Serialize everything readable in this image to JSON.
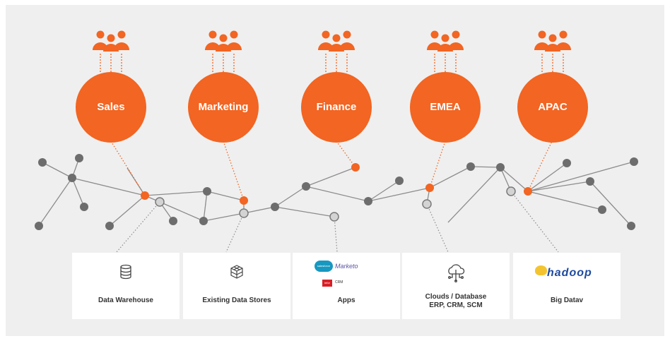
{
  "departments": [
    {
      "label": "Sales"
    },
    {
      "label": "Marketing"
    },
    {
      "label": "Finance"
    },
    {
      "label": "EMEA"
    },
    {
      "label": "APAC"
    }
  ],
  "sources": [
    {
      "label": "Data Warehouse",
      "icon": "database-icon"
    },
    {
      "label": "Existing Data Stores",
      "icon": "cube-network-icon"
    },
    {
      "label": "Apps",
      "icon": "app-logos",
      "logos": [
        "salesforce",
        "Marketo",
        "infor",
        "CRM"
      ]
    },
    {
      "label_line1": "Clouds / Database",
      "label_line2": "ERP, CRM, SCM",
      "icon": "cloud-network-icon"
    },
    {
      "label": "Big Datav",
      "icon": "hadoop-logo",
      "logo_text": "hadoop"
    }
  ],
  "colors": {
    "accent": "#f26522",
    "node_gray": "#6d6d6d",
    "edge_gray": "#8c8c8c",
    "hollow_node": "#d3d3d3",
    "background": "#efefef"
  }
}
